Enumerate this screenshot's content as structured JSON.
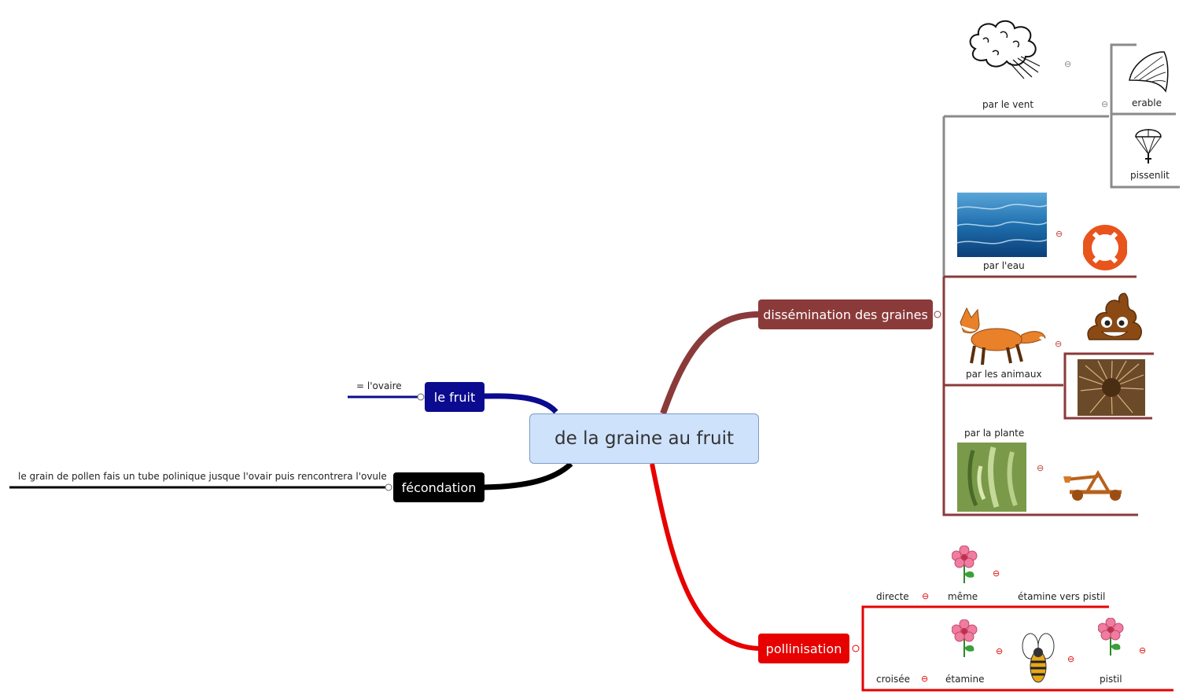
{
  "central": {
    "label": "de la graine au fruit"
  },
  "branches": {
    "fruit": {
      "label": "le fruit",
      "note": "= l'ovaire",
      "color": "#0b0b8f"
    },
    "fecondation": {
      "label": "fécondation",
      "note": "le grain de pollen fais un tube polinique jusque l'ovair puis rencontrera l'ovule",
      "color": "#000000"
    },
    "dissemination": {
      "label": "dissémination des graines",
      "color": "#8b3a3a"
    },
    "pollinisation": {
      "label": "pollinisation",
      "color": "#e60000"
    }
  },
  "dissemination_items": {
    "vent": "par le vent",
    "erable": "erable",
    "pissenlit": "pissenlit",
    "eau": "par l'eau",
    "animaux": "par les animaux",
    "plante": "par la plante"
  },
  "pollinisation_items": {
    "directe": "directe",
    "meme": "même",
    "etamine_vers_pistil": "étamine vers pistil",
    "croisee": "croisée",
    "etamine": "étamine",
    "pistil": "pistil"
  },
  "icons": {
    "collapse": "⊖",
    "expand_handle": "○"
  },
  "colors": {
    "central_fill": "#cfe2fb",
    "gray_branch": "#8a8a8a",
    "dark_red_branch": "#8b3a3a",
    "red_branch": "#e60000"
  }
}
